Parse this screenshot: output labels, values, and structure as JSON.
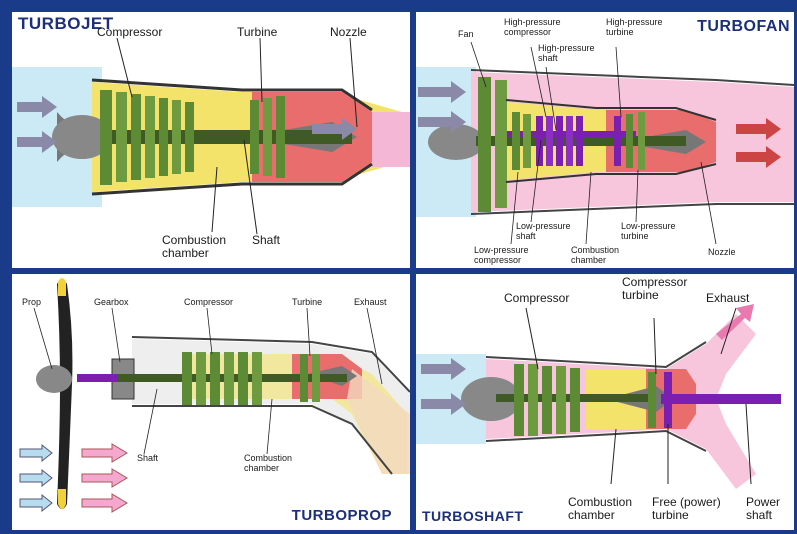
{
  "turbojet": {
    "title": "TURBOJET",
    "labels": {
      "compressor": "Compressor",
      "turbine": "Turbine",
      "nozzle": "Nozzle",
      "combustion_chamber": "Combustion\nchamber",
      "shaft": "Shaft"
    }
  },
  "turbofan": {
    "title": "TURBOFAN",
    "labels": {
      "fan": "Fan",
      "hp_compressor": "High-pressure\ncompressor",
      "hp_shaft": "High-pressure\nshaft",
      "hp_turbine": "High-pressure\nturbine",
      "lp_shaft": "Low-pressure\nshaft",
      "lp_compressor": "Low-pressure\ncompressor",
      "combustion_chamber": "Combustion\nchamber",
      "lp_turbine": "Low-pressure\nturbine",
      "nozzle": "Nozzle"
    }
  },
  "turboprop": {
    "title": "TURBOPROP",
    "labels": {
      "prop": "Prop",
      "gearbox": "Gearbox",
      "compressor": "Compressor",
      "turbine": "Turbine",
      "exhaust": "Exhaust",
      "shaft": "Shaft",
      "combustion_chamber": "Combustion\nchamber"
    }
  },
  "turboshaft": {
    "title": "TURBOSHAFT",
    "labels": {
      "compressor": "Compressor",
      "compressor_turbine": "Compressor\nturbine",
      "exhaust": "Exhaust",
      "combustion_chamber": "Combustion\nchamber",
      "free_turbine": "Free (power)\nturbine",
      "power_shaft": "Power\nshaft"
    }
  },
  "colors": {
    "border": "#1a3a8a",
    "title": "#1c2f7a",
    "intake": "#bfe6f5",
    "compressor": "#4f7a2f",
    "combustion": "#f2e23a",
    "turbine_zone": "#ec8a8a",
    "exhaust": "#f4a6cf",
    "bypass": "#f7c6dc",
    "hp_spool": "#7a1fb0"
  }
}
